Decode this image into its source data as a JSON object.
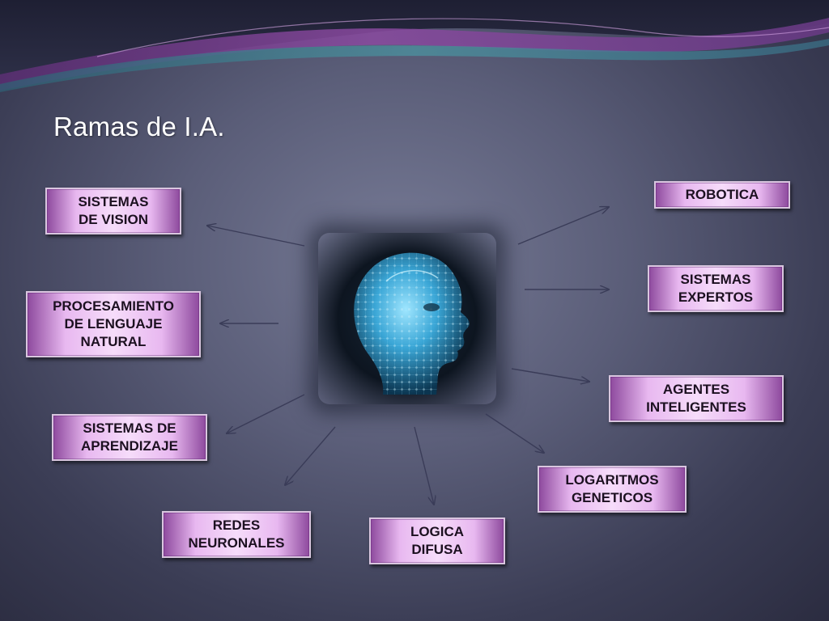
{
  "slide": {
    "title": "Ramas de I.A."
  },
  "colors": {
    "background": "#5a5d78",
    "box_fill": "#f0c8f6",
    "box_edge": "#8e4a9e",
    "arrow": "#3a3c58",
    "text": "#1c1020",
    "wave_purple": "#7b3f8f",
    "wave_teal": "#3f8a96"
  },
  "center": {
    "icon": "ai-head-icon"
  },
  "branches": [
    {
      "id": "sistemas-de-vision",
      "label": "SISTEMAS\nDE VISION"
    },
    {
      "id": "procesamiento-de-lenguaje-natural",
      "label": "PROCESAMIENTO\nDE LENGUAJE\nNATURAL"
    },
    {
      "id": "sistemas-de-aprendizaje",
      "label": "SISTEMAS DE\nAPRENDIZAJE"
    },
    {
      "id": "redes-neuronales",
      "label": "REDES\nNEURONALES"
    },
    {
      "id": "logica-difusa",
      "label": "LOGICA\nDIFUSA"
    },
    {
      "id": "logaritmos-geneticos",
      "label": "LOGARITMOS\nGENETICOS"
    },
    {
      "id": "agentes-inteligentes",
      "label": "AGENTES\nINTELIGENTES"
    },
    {
      "id": "sistemas-expertos",
      "label": "SISTEMAS\nEXPERTOS"
    },
    {
      "id": "robotica",
      "label": "ROBOTICA"
    }
  ]
}
